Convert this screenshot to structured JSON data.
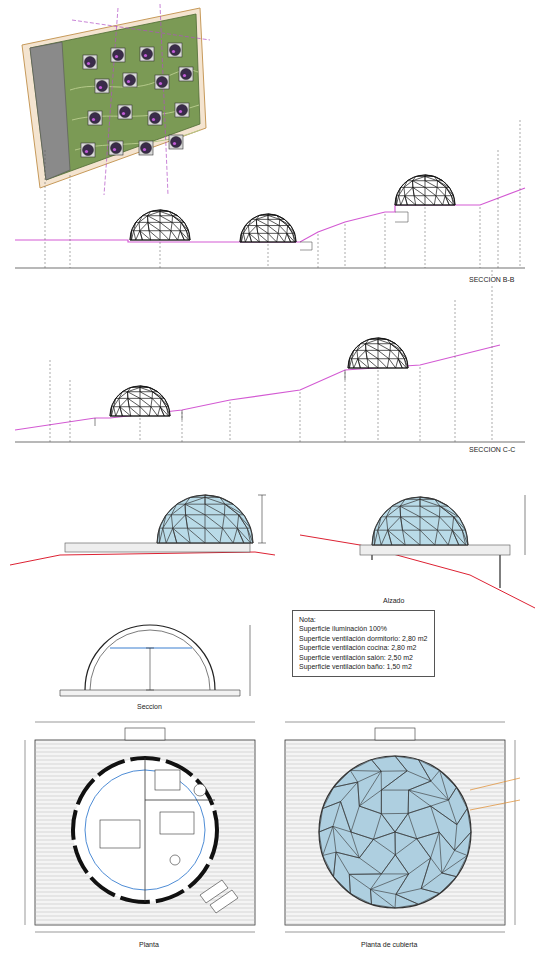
{
  "diagram": {
    "nodes": [
      {
        "text": [
          "Nota:",
          "Superficie iluminación 100%",
          "Superficie ventilación dormitorio: 2,80 m2",
          "Superficie ventilación cocina: 2,80 m2",
          "Superficie ventilación salón: 2,50 m2",
          "Superficie ventilación baño: 1,50 m2"
        ]
      }
    ],
    "labels": [
      "SECCION B-B",
      "SECCION C-C",
      "Alzado",
      "Seccion",
      "Planta",
      "Planta de cubierta"
    ]
  }
}
